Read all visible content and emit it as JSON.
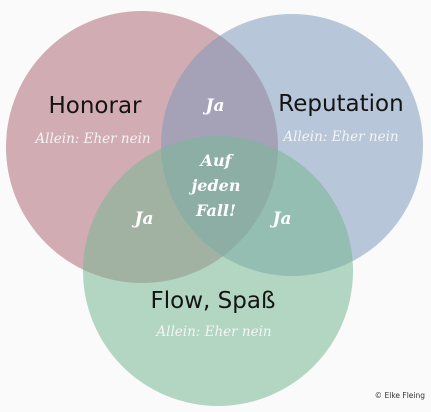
{
  "colors": {
    "background": "#fafafa",
    "honorar": "#b06c78",
    "reputation": "#7f9bbb",
    "flow": "#79b894"
  },
  "circles": {
    "honorar": {
      "title": "Honorar",
      "subtitle": "Allein: Eher nein"
    },
    "reputation": {
      "title": "Reputation",
      "subtitle": "Allein: Eher nein"
    },
    "flow": {
      "title": "Flow, Spaß",
      "subtitle": "Allein: Eher nein"
    }
  },
  "overlaps": {
    "honorar_reputation": "Ja",
    "honorar_flow": "Ja",
    "reputation_flow": "Ja",
    "center": [
      "Auf",
      "jeden",
      "Fall!"
    ]
  },
  "credit": "© Elke Fleing"
}
